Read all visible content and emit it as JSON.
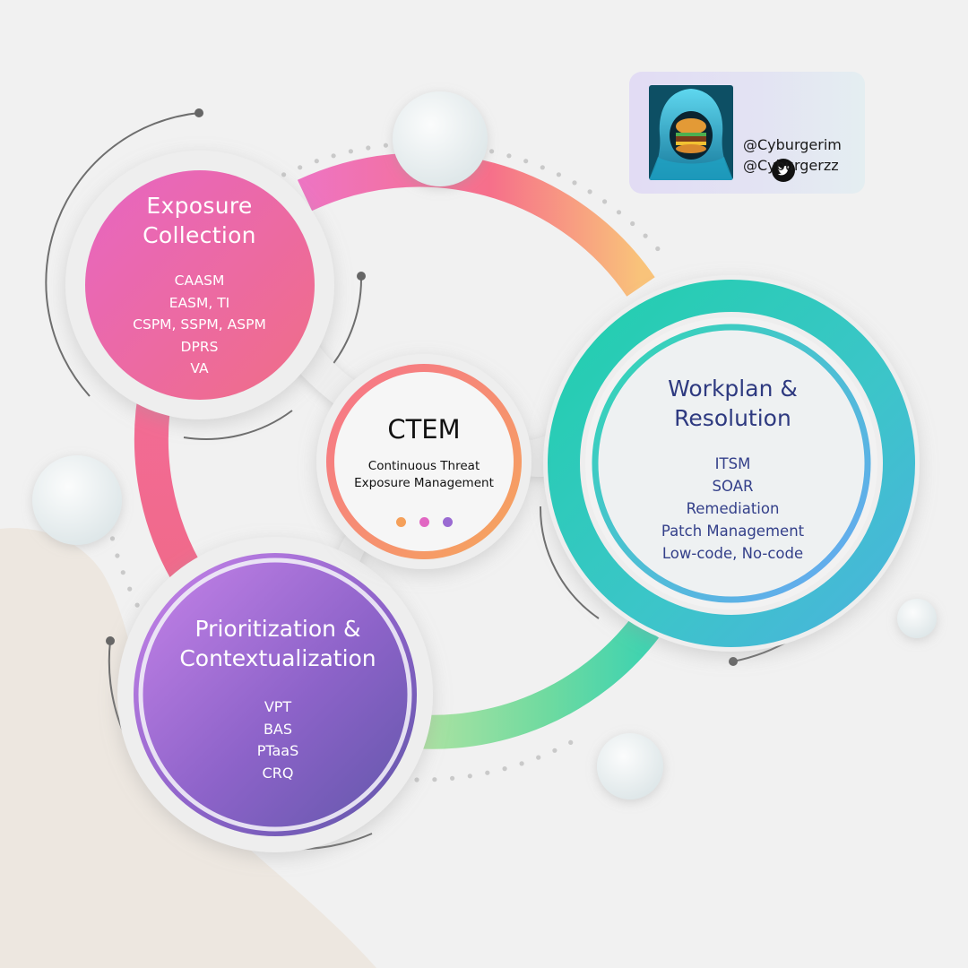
{
  "center": {
    "title": "CTEM",
    "subtitle_lines": [
      "Continuous Threat",
      "Exposure Management"
    ],
    "dot_colors": [
      "#f5a05a",
      "#e167c2",
      "#9a6ad2"
    ]
  },
  "nodes": {
    "exposure": {
      "title_lines": [
        "Exposure",
        "Collection"
      ],
      "items": [
        "CAASM",
        "EASM, TI",
        "CSPM, SSPM, ASPM",
        "DPRS",
        "VA"
      ],
      "colors": [
        "#e766be",
        "#ee6b8e"
      ]
    },
    "workplan": {
      "title_lines": [
        "Workplan &",
        "Resolution"
      ],
      "items": [
        "ITSM",
        "SOAR",
        "Remediation",
        "Patch Management",
        "Low-code, No-code"
      ],
      "colors": [
        "#2dd3b1",
        "#5aa8f2"
      ]
    },
    "prioritization": {
      "title_lines": [
        "Prioritization &",
        "Contextualization"
      ],
      "items": [
        "VPT",
        "BAS",
        "PTaaS",
        "CRQ"
      ],
      "colors": [
        "#c27ee6",
        "#6a5ab2"
      ]
    }
  },
  "social": {
    "handles": [
      "@Cyburgerim",
      "@Cyburgerzz"
    ],
    "icon": "twitter-bird-icon",
    "avatar": "hooded-burger-avatar"
  }
}
